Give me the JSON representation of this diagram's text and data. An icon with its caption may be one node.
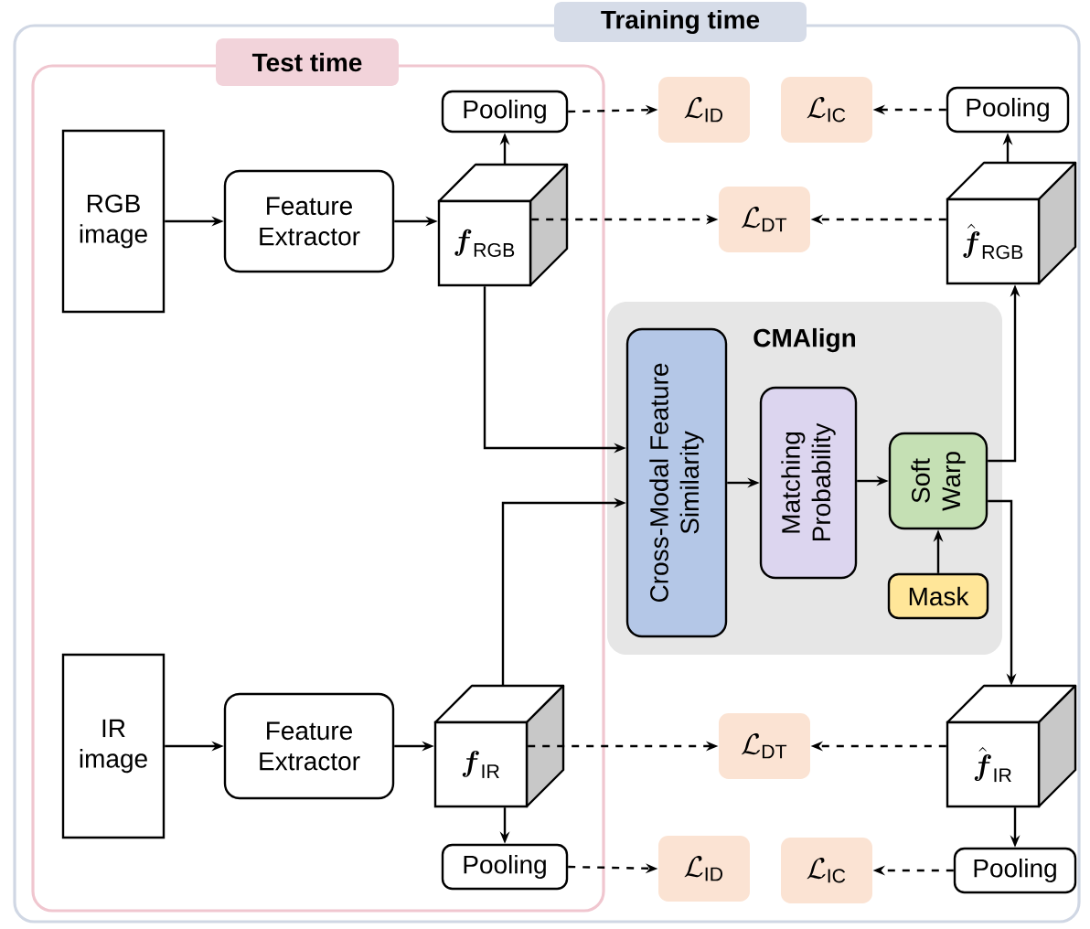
{
  "diagram": {
    "nodes": [
      {
        "text": [
          "Training time"
        ]
      },
      {
        "text": [
          "Test time"
        ],
        "in": 0
      },
      {
        "text": [
          "RGB image"
        ],
        "in": 1
      },
      {
        "text": [
          "Feature Extractor"
        ],
        "in": 1
      },
      {
        "text": [
          "\\boldsymbol{f}_{\\mathrm{RGB}}"
        ],
        "in": 1
      },
      {
        "text": [
          "Pooling"
        ],
        "in": 1
      },
      {
        "text": [
          "\\mathcal{L}_{\\mathrm{ID}}"
        ],
        "in": 0
      },
      {
        "text": [
          "\\mathcal{L}_{\\mathrm{IC}}"
        ],
        "in": 0
      },
      {
        "text": [
          "Pooling"
        ],
        "in": 0
      },
      {
        "text": [
          "\\hat{\\boldsymbol{f}}_{\\mathrm{RGB}}"
        ],
        "in": 0
      },
      {
        "text": [
          "\\mathcal{L}_{\\mathrm{DT}}"
        ],
        "in": 0
      },
      {
        "text": [
          "CMAlign"
        ],
        "in": 0
      },
      {
        "text": [
          "Cross-Modal Feature Similarity"
        ],
        "in": 11
      },
      {
        "text": [
          "Matching Probability"
        ],
        "in": 11
      },
      {
        "text": [
          "Soft Warp"
        ],
        "in": 11
      },
      {
        "text": [
          "Mask"
        ],
        "in": 11
      },
      {
        "text": [
          "IR image"
        ],
        "in": 1
      },
      {
        "text": [
          "Feature Extractor"
        ],
        "in": 1
      },
      {
        "text": [
          "\\boldsymbol{f}_{\\mathrm{IR}}"
        ],
        "in": 1
      },
      {
        "text": [
          "Pooling"
        ],
        "in": 1
      },
      {
        "text": [
          "\\mathcal{L}_{\\mathrm{ID}}"
        ],
        "in": 0
      },
      {
        "text": [
          "\\mathcal{L}_{\\mathrm{IC}}"
        ],
        "in": 0
      },
      {
        "text": [
          "Pooling"
        ],
        "in": 0
      },
      {
        "text": [
          "\\hat{\\boldsymbol{f}}_{\\mathrm{IR}}"
        ],
        "in": 0
      },
      {
        "text": [
          "\\mathcal{L}_{\\mathrm{DT}}"
        ],
        "in": 0
      }
    ],
    "edges": [
      {
        "from": 2,
        "to": 3,
        "arrow": "to"
      },
      {
        "from": 3,
        "to": 4,
        "arrow": "to"
      },
      {
        "from": 4,
        "to": 5,
        "arrow": "to"
      },
      {
        "from": 5,
        "to": 6,
        "arrow": "to",
        "style": "dashed"
      },
      {
        "from": 4,
        "to": 10,
        "arrow": "to",
        "style": "dashed"
      },
      {
        "from": 4,
        "to": 12,
        "arrow": "to"
      },
      {
        "from": 16,
        "to": 17,
        "arrow": "to"
      },
      {
        "from": 17,
        "to": 18,
        "arrow": "to"
      },
      {
        "from": 18,
        "to": 12,
        "arrow": "to"
      },
      {
        "from": 18,
        "to": 19,
        "arrow": "to"
      },
      {
        "from": 19,
        "to": 20,
        "arrow": "to",
        "style": "dashed"
      },
      {
        "from": 18,
        "to": 24,
        "arrow": "to",
        "style": "dashed"
      },
      {
        "from": 12,
        "to": 13,
        "arrow": "to"
      },
      {
        "from": 13,
        "to": 14,
        "arrow": "to"
      },
      {
        "from": 15,
        "to": 14,
        "arrow": "to"
      },
      {
        "from": 14,
        "to": 9,
        "arrow": "to"
      },
      {
        "from": 14,
        "to": 23,
        "arrow": "to"
      },
      {
        "from": 9,
        "to": 8,
        "arrow": "to"
      },
      {
        "from": 8,
        "to": 7,
        "arrow": "to",
        "style": "dashed"
      },
      {
        "from": 9,
        "to": 10,
        "arrow": "to",
        "style": "dashed"
      },
      {
        "from": 23,
        "to": 24,
        "arrow": "to",
        "style": "dashed"
      },
      {
        "from": 23,
        "to": 22,
        "arrow": "to"
      },
      {
        "from": 22,
        "to": 21,
        "arrow": "to",
        "style": "dashed"
      }
    ]
  }
}
